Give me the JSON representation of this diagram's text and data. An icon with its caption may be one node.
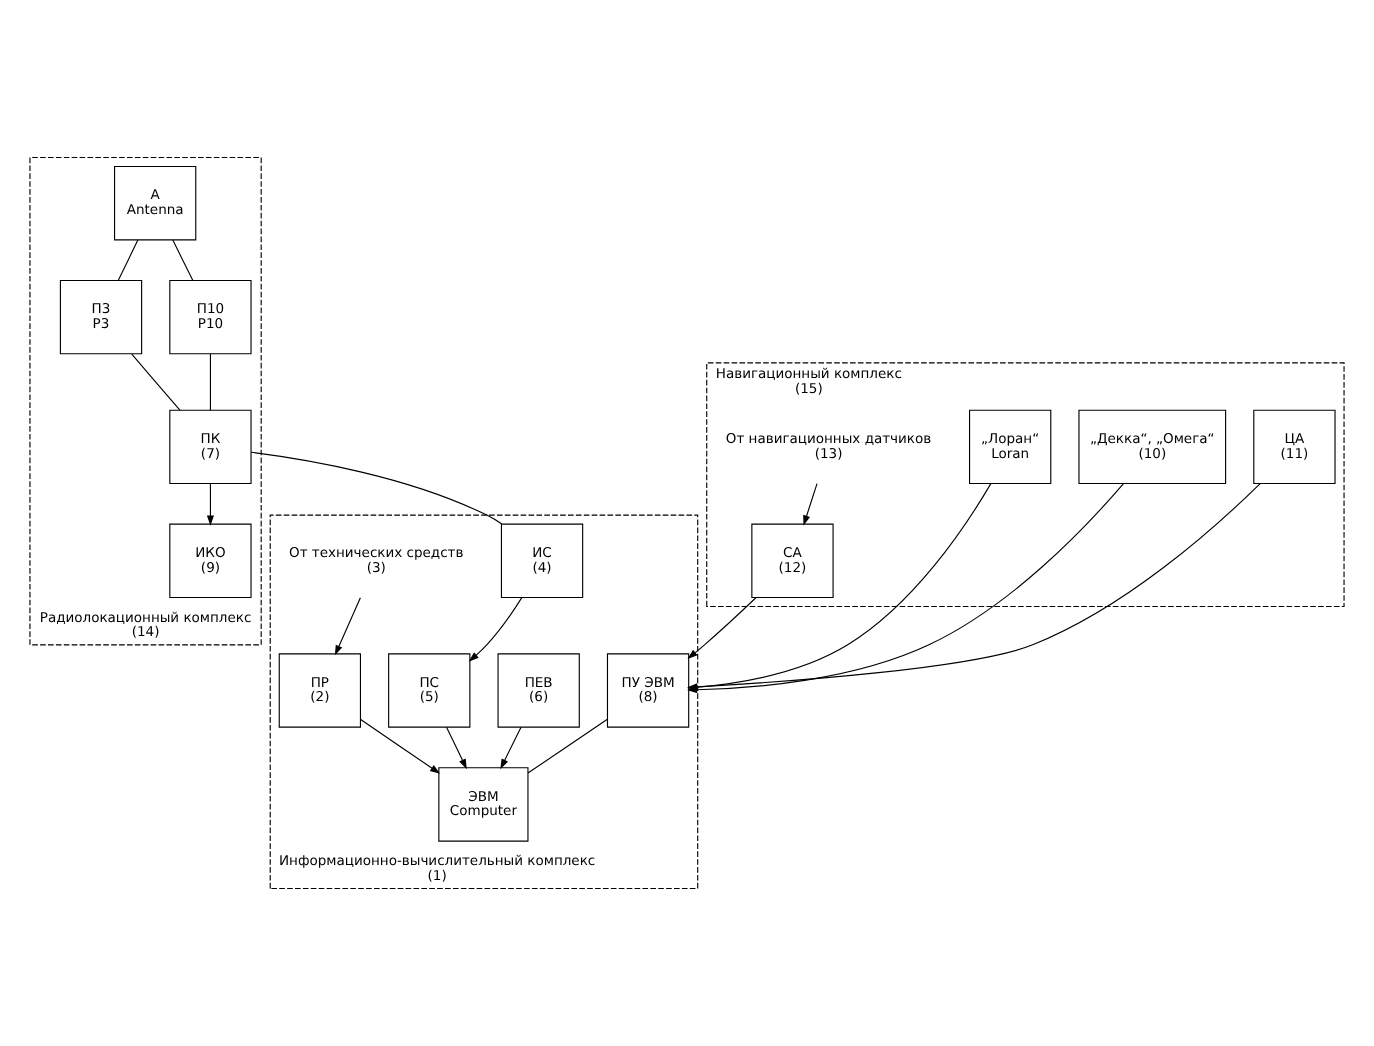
{
  "diagram": {
    "nodes": [
      {
        "text": [
          "Радиолокационный комплекс",
          "(14)"
        ]
      },
      {
        "text": [
          "А",
          "Antenna"
        ],
        "in": 0
      },
      {
        "text": [
          "П3",
          "P3"
        ],
        "in": 0
      },
      {
        "text": [
          "П10",
          "P10"
        ],
        "in": 0
      },
      {
        "text": [
          "ПК",
          "(7)"
        ],
        "in": 0
      },
      {
        "text": [
          "ИКО",
          "(9)"
        ],
        "in": 0
      },
      {
        "text": [
          "Информационно-вычислительный комплекс",
          "(1)"
        ]
      },
      {
        "text": [
          "ПР",
          "(2)"
        ],
        "in": 6
      },
      {
        "text": [
          "ИС",
          "(4)"
        ],
        "in": 6
      },
      {
        "text": [
          "ПС",
          "(5)"
        ],
        "in": 6
      },
      {
        "text": [
          "ЭВМ",
          "Computer"
        ],
        "in": 6
      },
      {
        "text": [
          "ПЕВ",
          "(6)"
        ],
        "in": 6
      },
      {
        "text": [
          "ПУ ЭВМ",
          "(8)"
        ],
        "in": 6
      },
      {
        "text": [
          "От технических средств",
          "(3)"
        ],
        "in": 6
      },
      {
        "text": [
          "Навигационный комплекс",
          "(15)"
        ]
      },
      {
        "text": [
          "„Лоран“",
          "Loran"
        ],
        "in": 14
      },
      {
        "text": [
          "„Декка“, „Омега“",
          "(10)"
        ],
        "in": 14
      },
      {
        "text": [
          "ЦА",
          "(11)"
        ],
        "in": 14
      },
      {
        "text": [
          "СА",
          "(12)"
        ],
        "in": 14
      },
      {
        "text": [
          "От навигационных датчиков",
          "(13)"
        ],
        "in": 14
      }
    ],
    "edges": [
      {
        "from": 1,
        "to": 2,
        "arrow": "none"
      },
      {
        "from": 1,
        "to": 3,
        "arrow": "none"
      },
      {
        "from": 2,
        "to": 4,
        "arrow": "none"
      },
      {
        "from": 3,
        "to": 4,
        "arrow": "none"
      },
      {
        "from": 4,
        "to": 8,
        "arrow": "none"
      },
      {
        "from": 4,
        "to": 5,
        "arrow": "to"
      },
      {
        "from": 13,
        "to": 7,
        "arrow": "to"
      },
      {
        "from": 7,
        "to": 10,
        "arrow": "to"
      },
      {
        "from": 8,
        "to": 9,
        "arrow": "to"
      },
      {
        "from": 9,
        "to": 10,
        "arrow": "to"
      },
      {
        "from": 11,
        "to": 10,
        "arrow": "to"
      },
      {
        "from": 12,
        "to": 10,
        "arrow": "none"
      },
      {
        "from": 15,
        "to": 12,
        "arrow": "to"
      },
      {
        "from": 16,
        "to": 12,
        "arrow": "to"
      },
      {
        "from": 17,
        "to": 12,
        "arrow": "to"
      },
      {
        "from": 18,
        "to": 12,
        "arrow": "to"
      },
      {
        "from": 19,
        "to": 18,
        "arrow": "to"
      }
    ]
  }
}
